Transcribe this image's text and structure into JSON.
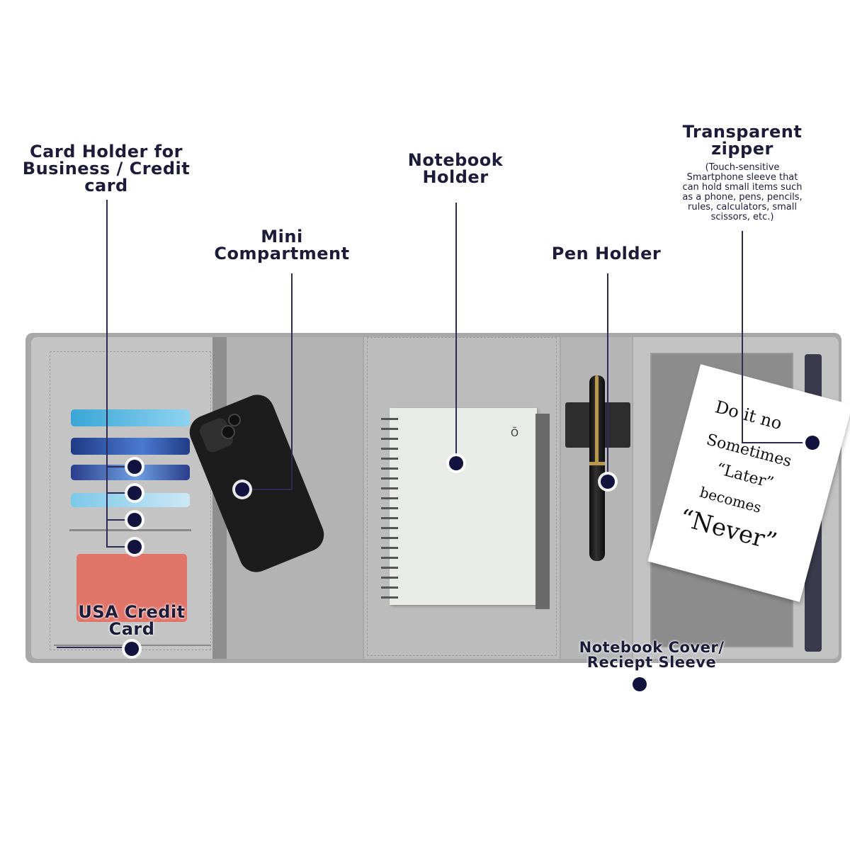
{
  "callouts": {
    "card_holder": {
      "lines": [
        "Card Holder for",
        "Business / Credit",
        "card"
      ]
    },
    "mini_compartment": {
      "lines": [
        "Mini",
        "Compartment"
      ]
    },
    "notebook_holder": {
      "lines": [
        "Notebook",
        "Holder"
      ]
    },
    "pen_holder": {
      "lines": [
        "Pen Holder"
      ]
    },
    "transparent_zipper": {
      "lines": [
        "Transparent",
        "zipper"
      ],
      "detail_lines": [
        "(Touch-sensitive",
        "Smartphone sleeve that",
        "can hold small items such",
        "as a phone, pens, pencils,",
        "rules, calculators, small",
        "scissors, etc.)"
      ]
    },
    "usa_credit_card": {
      "lines": [
        "USA Credit",
        "Card"
      ]
    },
    "notebook_cover": {
      "lines": [
        "Notebook Cover/",
        "Reciept Sleeve"
      ]
    }
  },
  "sticky_note": {
    "lines": [
      "Do it no",
      "Sometimes",
      "“Later”",
      "becomes",
      "“Never”"
    ]
  },
  "notebook": {
    "mark": "Õ"
  },
  "colors": {
    "accent": "#12123f",
    "organizer": "#bfbfbf",
    "background": "#ffffff"
  }
}
